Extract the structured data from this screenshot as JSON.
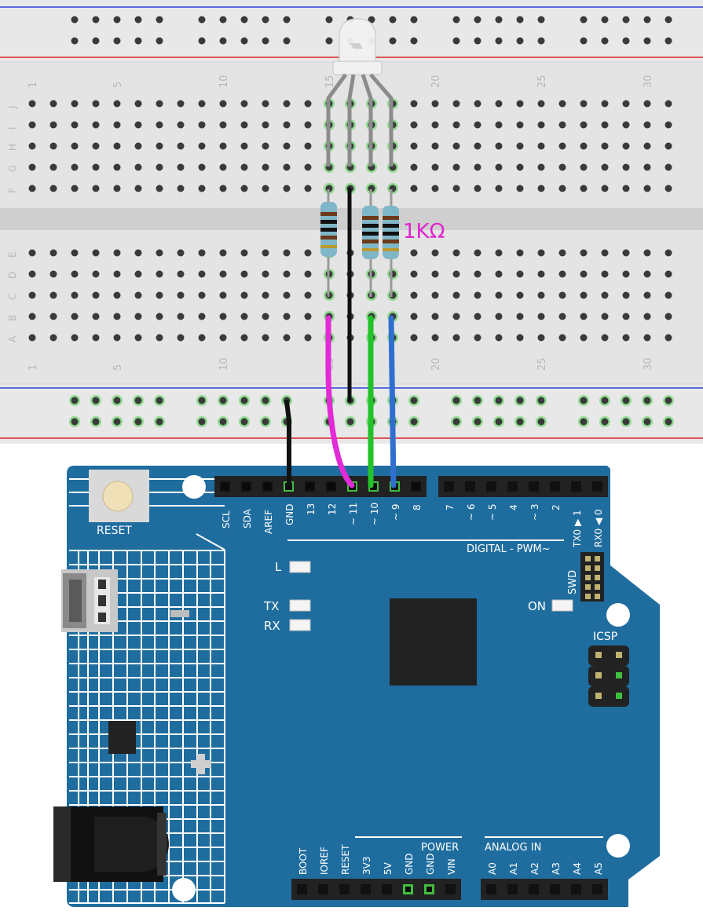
{
  "breadboard": {
    "column_numbers": [
      "1",
      "5",
      "10",
      "15",
      "20",
      "25",
      "30"
    ],
    "rows_top": [
      "J",
      "I",
      "H",
      "G",
      "F"
    ],
    "rows_bottom": [
      "E",
      "D",
      "C",
      "B",
      "A"
    ]
  },
  "resistor_label": "1KΩ",
  "board": {
    "reset_label": "RESET",
    "digital_header_top": [
      "SCL",
      "SDA",
      "AREF",
      "GND",
      "13",
      "12",
      "~ 11",
      "~ 10",
      "~ 9",
      "8"
    ],
    "digital_header_bottom": [
      "7",
      "~ 6",
      "~ 5",
      "4",
      "~ 3",
      "2",
      "TX0 ▶ 1",
      "RX0 ◀ 0"
    ],
    "digital_caption": "DIGITAL - PWM~",
    "led_L": "L",
    "led_TX": "TX",
    "led_RX": "RX",
    "led_ON": "ON",
    "swd_label": "SWD",
    "icsp_label": "ICSP",
    "power_caption": "POWER",
    "power_pins": [
      "BOOT",
      "IOREF",
      "RESET",
      "3V3",
      "5V",
      "GND",
      "GND",
      "VIN"
    ],
    "analog_caption": "ANALOG IN",
    "analog_pins": [
      "A0",
      "A1",
      "A2",
      "A3",
      "A4",
      "A5"
    ]
  },
  "colors": {
    "board": "#1f6d9f",
    "breadboard": "#e6e6e6",
    "wire_pink": "#e22ad6",
    "wire_green": "#22c22a",
    "wire_blue": "#2f6fd0",
    "wire_black": "#111111",
    "label_magenta": "#e022d0"
  }
}
